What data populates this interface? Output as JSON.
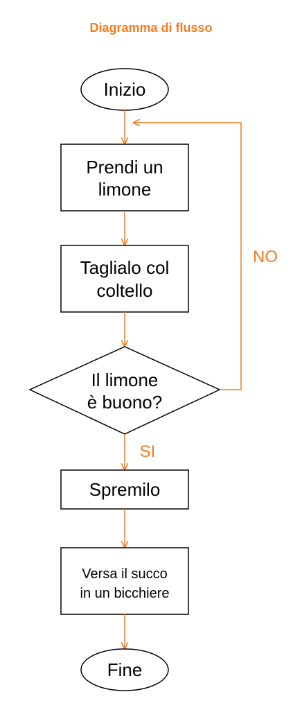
{
  "title": "Diagramma di flusso",
  "colors": {
    "accent": "#F47B20",
    "stroke": "#000000",
    "background": "#ffffff"
  },
  "nodes": {
    "start": {
      "lines": [
        "Inizio"
      ]
    },
    "take_lemon": {
      "lines": [
        "Prendi un",
        "limone"
      ]
    },
    "cut_lemon": {
      "lines": [
        "Taglialo col",
        "coltello"
      ]
    },
    "decision": {
      "lines": [
        "Il limone",
        "è buono?"
      ]
    },
    "squeeze": {
      "lines": [
        "Spremilo"
      ]
    },
    "pour": {
      "lines": [
        "Versa il succo",
        "in un bicchiere"
      ]
    },
    "end": {
      "lines": [
        "Fine"
      ]
    }
  },
  "branches": {
    "no_label": "NO",
    "yes_label": "SI"
  }
}
